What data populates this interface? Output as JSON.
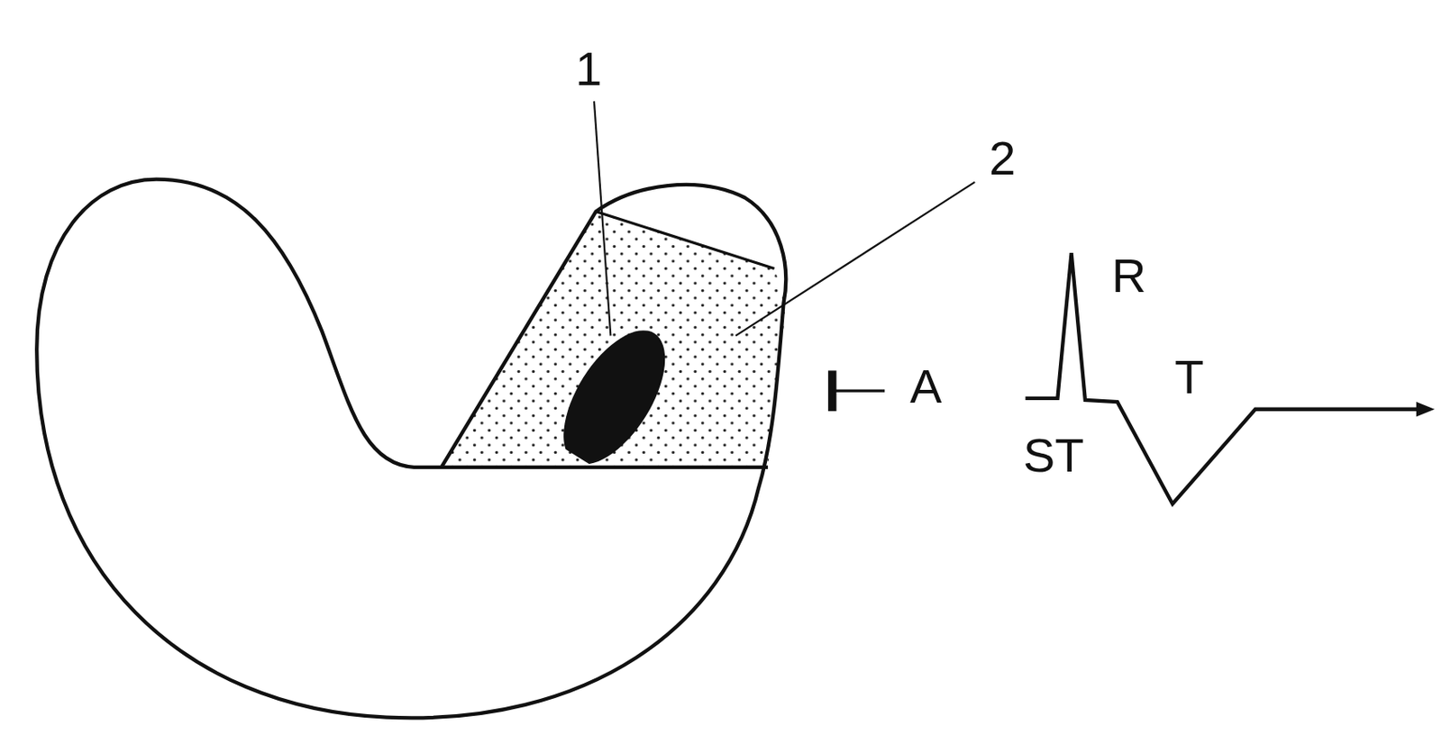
{
  "diagram": {
    "labels": [
      "1",
      "2",
      "A",
      "R",
      "ST",
      "T"
    ]
  }
}
